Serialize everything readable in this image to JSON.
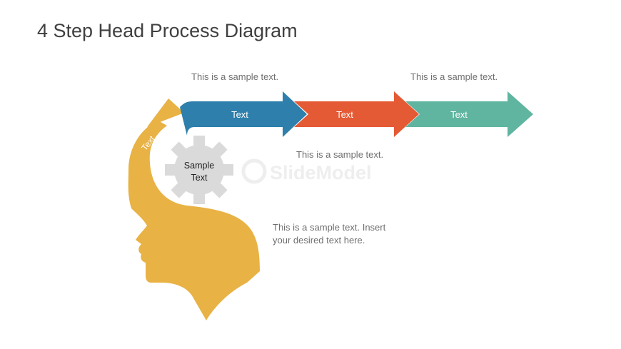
{
  "title": "4 Step Head Process Diagram",
  "captions": {
    "top_left": "This is a sample text.",
    "top_right": "This is a sample text.",
    "middle": "This is a sample text.",
    "bottom": "This is a sample text. Insert your desired text here."
  },
  "steps": [
    {
      "label": "Text",
      "color": "#e8b245"
    },
    {
      "label": "Text",
      "color": "#2e7fab"
    },
    {
      "label": "Text",
      "color": "#e45a35"
    },
    {
      "label": "Text",
      "color": "#5fb5a0"
    }
  ],
  "gear": {
    "label_line1": "Sample",
    "label_line2": "Text",
    "color": "#dadada"
  },
  "watermark": "SlideModel"
}
